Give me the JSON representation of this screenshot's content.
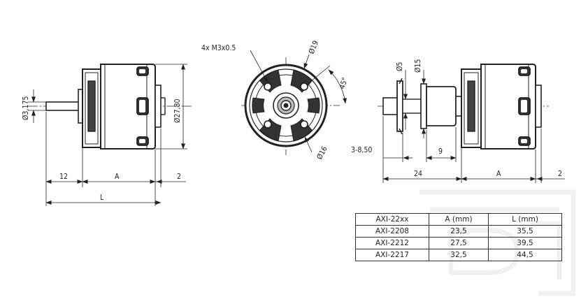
{
  "labels": {
    "shaft_diameter": "Ø3,175",
    "body_diameter": "Ø27,80",
    "dim_12": "12",
    "dim_A_left": "A",
    "dim_2_left": "2",
    "dim_L": "L",
    "mount_holes": "4x M3x0.5",
    "bolt_circle_19": "Ø19",
    "angle_45": "45°",
    "bolt_circle_16": "Ø16",
    "adapter_d5": "Ø5",
    "adapter_d15": "Ø15",
    "adapter_range": "3-8,50",
    "dim_9": "9",
    "dim_24": "24",
    "dim_A_right": "A",
    "dim_2_right": "2"
  },
  "table": {
    "headers": [
      "AXI-22xx",
      "A (mm)",
      "L (mm)"
    ],
    "rows": [
      [
        "AXI-2208",
        "23,5",
        "35,5"
      ],
      [
        "AXI-2212",
        "27,5",
        "39,5"
      ],
      [
        "AXI-2217",
        "32,5",
        "44,5"
      ]
    ]
  }
}
